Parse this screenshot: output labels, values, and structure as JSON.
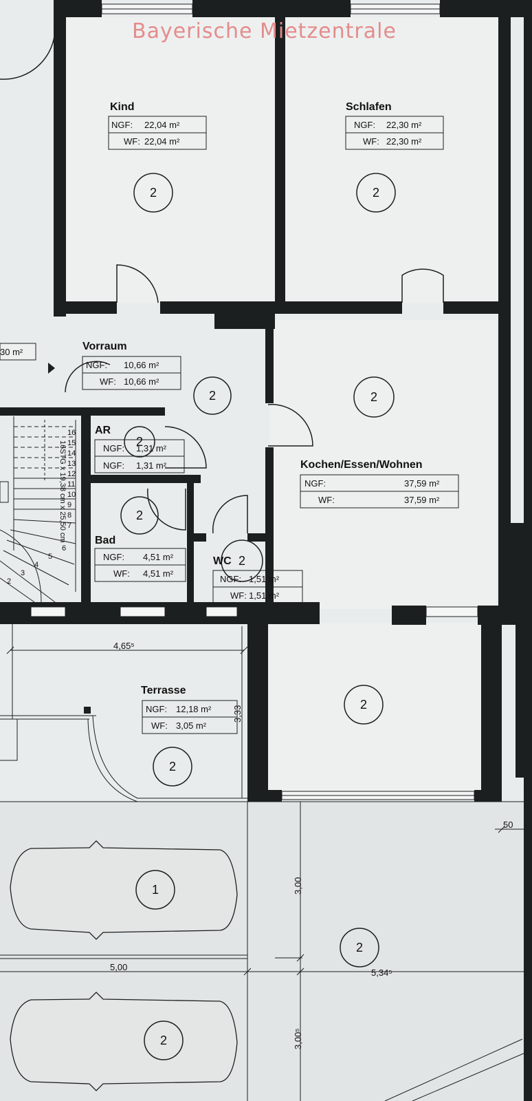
{
  "watermark": "Bayerische Mietzentrale",
  "rooms": {
    "kind": {
      "name": "Kind",
      "ngf_label": "NGF:",
      "ngf": "22,04 m²",
      "wf_label": "WF:",
      "wf": "22,04 m²",
      "zone": "2"
    },
    "schlafen": {
      "name": "Schlafen",
      "ngf_label": "NGF:",
      "ngf": "22,30 m²",
      "wf_label": "WF:",
      "wf": "22,30 m²",
      "zone": "2"
    },
    "vorraum": {
      "name": "Vorraum",
      "ngf_label": "NGF:",
      "ngf": "10,66 m²",
      "wf_label": "WF:",
      "wf": "10,66 m²",
      "zone": "2"
    },
    "ar": {
      "name": "AR",
      "ngf_label": "NGF:",
      "ngf": "1,31 m²",
      "wf_label": "NGF:",
      "wf": "1,31 m²",
      "zone": "2"
    },
    "bad": {
      "name": "Bad",
      "ngf_label": "NGF:",
      "ngf": "4,51 m²",
      "wf_label": "WF:",
      "wf": "4,51 m²",
      "zone": "2"
    },
    "wc": {
      "name": "WC",
      "ngf_label": "NGF:",
      "ngf": "1,51 m²",
      "wf_label": "WF:",
      "wf": "1,51 m²",
      "zone": "2"
    },
    "kochen": {
      "name": "Kochen/Essen/Wohnen",
      "ngf_label": "NGF:",
      "ngf": "37,59 m²",
      "wf_label": "WF:",
      "wf": "37,59 m²",
      "zone": "2"
    },
    "terrasse": {
      "name": "Terrasse",
      "ngf_label": "NGF:",
      "ngf": "12,18 m²",
      "wf_label": "WF:",
      "wf": "3,05 m²",
      "zone": "2"
    },
    "partial_left": {
      "area": "30 m²"
    }
  },
  "zones": {
    "loggia": "2",
    "terrace_circle": "2",
    "parking_1": "1",
    "parking_2": "2",
    "garden": "2"
  },
  "dimensions": {
    "terrace_width": "4,65⁵",
    "terrace_depth": "3,33",
    "parking_width": "5,00",
    "garden_width": "5,34⁵",
    "garden_depth_1": "3,00",
    "garden_depth_2": "3,00⁵",
    "offset": "50"
  },
  "stair": {
    "label": "16STG x 19,38 cm x 25,50 cm",
    "steps": [
      "16",
      "15",
      "14",
      "13",
      "12",
      "11",
      "10",
      "9",
      "8",
      "7",
      "6",
      "5",
      "4",
      "3",
      "2"
    ]
  }
}
